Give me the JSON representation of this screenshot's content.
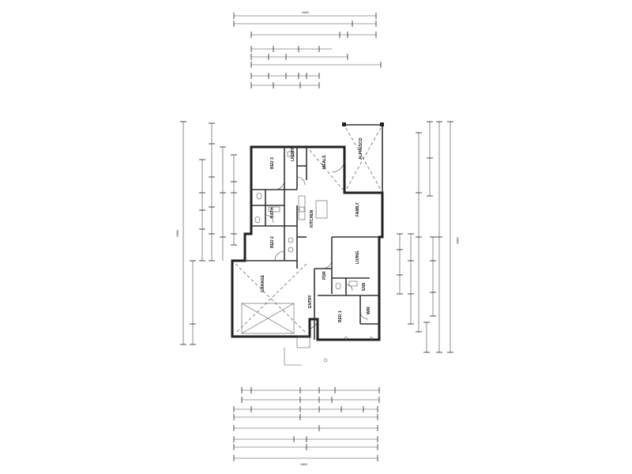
{
  "rooms": {
    "bed3": "BED 3",
    "bed2": "BED 2",
    "bed1": "BED 1",
    "meals": "MEALS",
    "family": "FAMILY",
    "living": "LIVING",
    "alfresco": "ALFRESCO",
    "garage": "GARAGE",
    "kitchen": "KITCHEN",
    "entry": "ENTRY",
    "wir": "WIR",
    "bath": "BATH",
    "ens": "ENS",
    "lndry": "LNDRY",
    "pdr": "PDR"
  },
  "dims": {
    "top_overall": "16460",
    "bottom_overall": "16460",
    "left_overall": "22880",
    "right_overall": "22880"
  }
}
